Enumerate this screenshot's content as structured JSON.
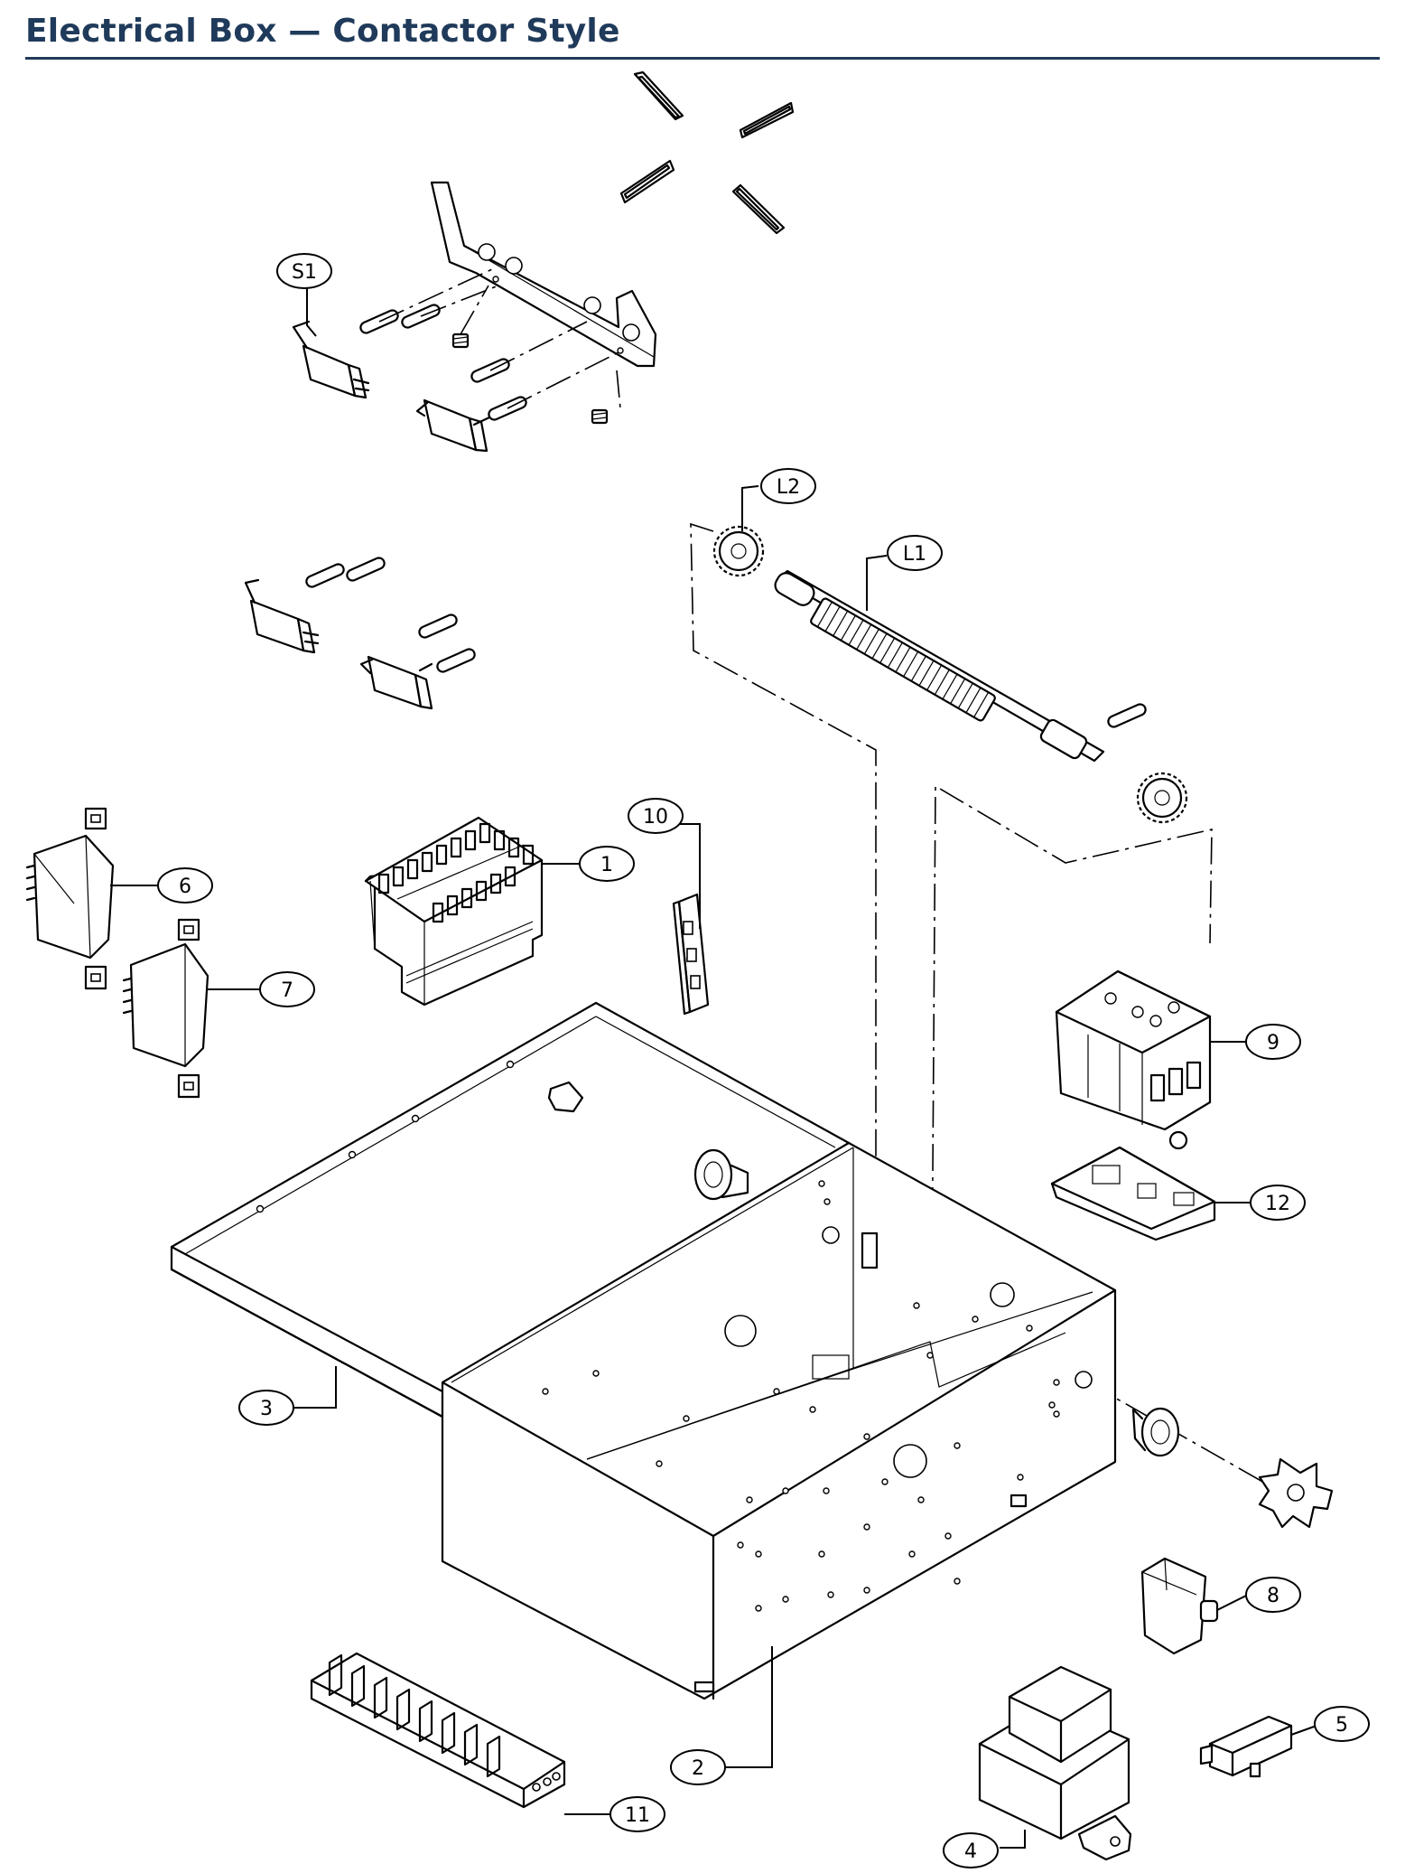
{
  "header": {
    "title": "Electrical Box — Contactor Style",
    "accent_color": "#1f3a5a"
  },
  "callouts": {
    "S1": "S1",
    "L2": "L2",
    "L1": "L1",
    "c10": "10",
    "c1": "1",
    "c6": "6",
    "c7": "7",
    "c9": "9",
    "c12": "12",
    "c3": "3",
    "c8": "8",
    "c2": "2",
    "c5": "5",
    "c4": "4",
    "c11": "11"
  }
}
